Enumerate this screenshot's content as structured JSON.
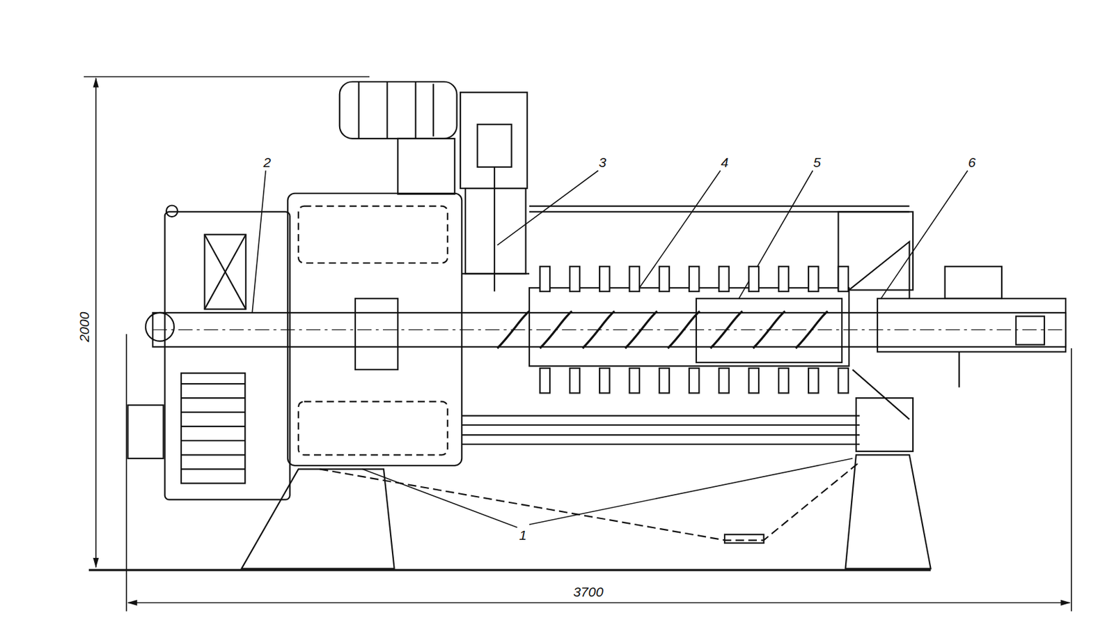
{
  "diagram": {
    "labels": [
      "2",
      "3",
      "4",
      "5",
      "6",
      "2000",
      "1",
      "3700"
    ]
  }
}
